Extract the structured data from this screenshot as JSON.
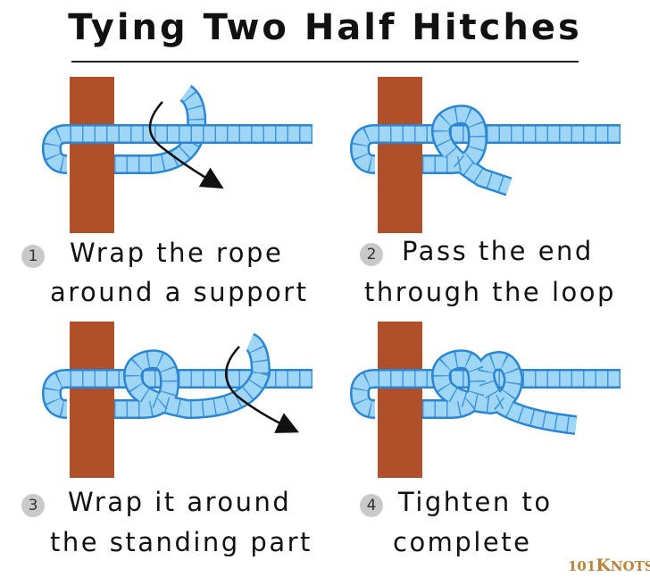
{
  "title": "Tying Two Half Hitches",
  "steps": [
    {
      "number": "1",
      "line1": "Wrap the rope",
      "line2": "around a support"
    },
    {
      "number": "2",
      "line1": "Pass the end",
      "line2": "through the loop"
    },
    {
      "number": "3",
      "line1": "Wrap it around",
      "line2": "the standing part"
    },
    {
      "number": "4",
      "line1": "Tighten to",
      "line2": "complete"
    }
  ],
  "logo": {
    "digits": "101",
    "k": "K",
    "rest": "NOTS"
  },
  "colors": {
    "pole": "#b0502a",
    "rope_outline": "#2a86d4",
    "rope_fill": "#9fd6f6"
  }
}
